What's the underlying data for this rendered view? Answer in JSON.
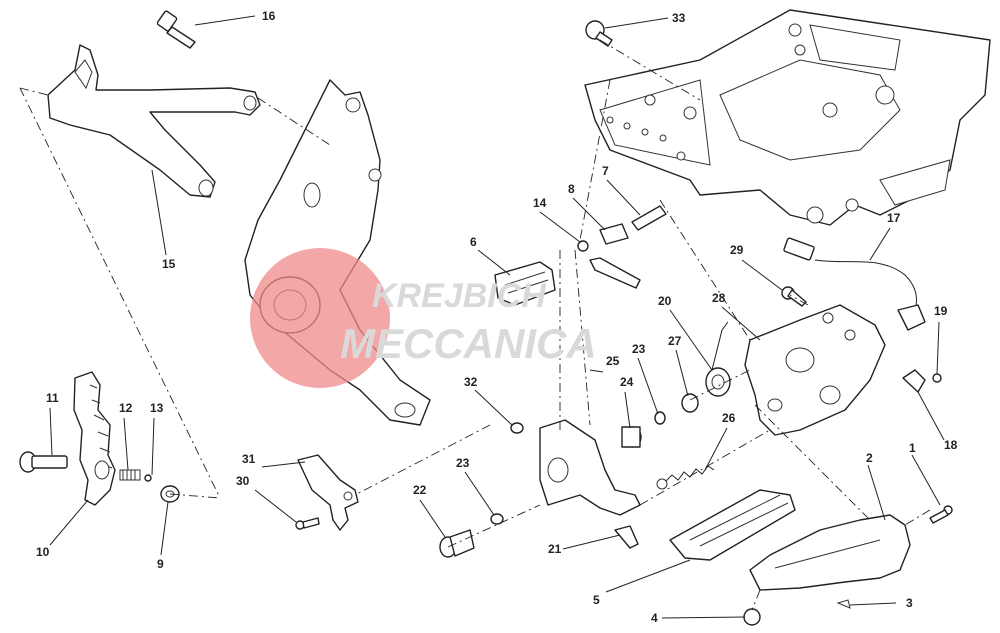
{
  "watermark": {
    "line1": "KREJBICH",
    "line2": "MECCANICA",
    "circle_color": "#f08a8a",
    "text_color": "#d9d9d9"
  },
  "callouts": [
    "1",
    "2",
    "3",
    "4",
    "5",
    "6",
    "7",
    "8",
    "9",
    "10",
    "11",
    "12",
    "13",
    "14",
    "15",
    "16",
    "17",
    "18",
    "19",
    "20",
    "21",
    "22",
    "23",
    "23",
    "24",
    "25",
    "26",
    "27",
    "28",
    "29",
    "30",
    "31",
    "32",
    "33"
  ],
  "colors": {
    "ink": "#222222",
    "background": "#ffffff"
  }
}
